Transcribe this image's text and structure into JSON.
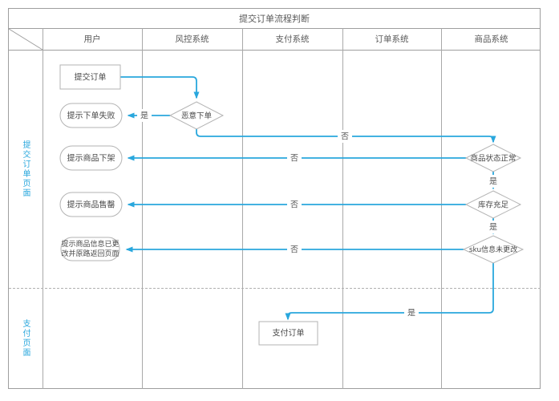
{
  "window": {
    "title": "提交订单流程判断"
  },
  "lanes": [
    {
      "label": "用户"
    },
    {
      "label": "风控系统"
    },
    {
      "label": "支付系统"
    },
    {
      "label": "订单系统"
    },
    {
      "label": "商品系统"
    }
  ],
  "sidebar": {
    "sections": [
      {
        "label": "提交订单页面"
      },
      {
        "label": "支付页面"
      }
    ]
  },
  "nodes": {
    "submit_order": {
      "type": "process",
      "label": "提交订单"
    },
    "malicious_check": {
      "type": "decision",
      "label": "恶意下单"
    },
    "order_failed": {
      "type": "terminator",
      "label": "提示下单失败"
    },
    "status_check": {
      "type": "decision",
      "label": "商品状态正常"
    },
    "off_shelf": {
      "type": "terminator",
      "label": "提示商品下架"
    },
    "stock_check": {
      "type": "decision",
      "label": "库存充足"
    },
    "sold_out": {
      "type": "terminator",
      "label": "提示商品售罄"
    },
    "sku_check": {
      "type": "decision",
      "label": "sku信息未更改"
    },
    "info_changed": {
      "type": "terminator",
      "label_line1": "提示商品信息已更",
      "label_line2": "改并原路返回页面"
    },
    "pay_order": {
      "type": "process",
      "label": "支付订单"
    }
  },
  "edge_labels": {
    "yes": "是",
    "no": "否"
  },
  "colors": {
    "accent": "#29a7dd",
    "shape_border": "#b3b3b3",
    "grid": "#9e9e9e",
    "text": "#4d4d4d",
    "side_label": "#29a7dd"
  }
}
